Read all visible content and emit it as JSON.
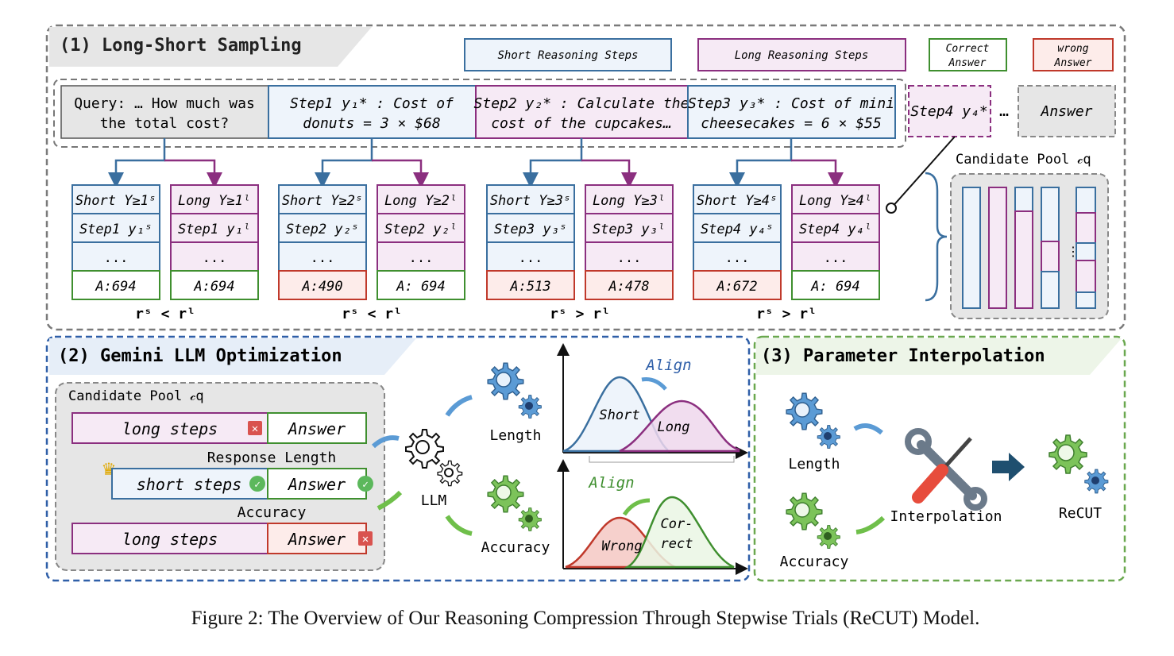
{
  "section1": {
    "title": "(1) Long-Short Sampling",
    "legend": {
      "short": "Short Reasoning Steps",
      "long": "Long Reasoning Steps",
      "correct": [
        "Correct",
        "Answer"
      ],
      "wrong": [
        "wrong",
        "Answer"
      ]
    },
    "query": [
      "Query: … How much was",
      "the total cost?"
    ],
    "steps": [
      [
        "Step1 y₁* : Cost of",
        "donuts = 3 × $68"
      ],
      [
        "Step2 y₂* : Calculate the",
        "cost of the cupcakes…"
      ],
      [
        "Step3 y₃* : Cost of mini",
        "cheesecakes = 6 × $55"
      ]
    ],
    "step4": "Step4 y₄*",
    "ellipsis": "…",
    "answer": "Answer",
    "pool_title": "Candidate Pool 𝒸q",
    "groups": [
      {
        "short_head": "Short Y≥1ˢ",
        "short_step": "Step1 y₁ˢ",
        "short_dots": "...",
        "short_ans": "A:694",
        "short_ok": true,
        "long_head": "Long Y≥1ˡ",
        "long_step": "Step1 y₁ˡ",
        "long_dots": "...",
        "long_ans": "A:694",
        "long_ok": true,
        "compare": "rˢ < rˡ"
      },
      {
        "short_head": "Short Y≥2ˢ",
        "short_step": "Step2 y₂ˢ",
        "short_dots": "...",
        "short_ans": "A:490",
        "short_ok": false,
        "long_head": "Long Y≥2ˡ",
        "long_step": "Step2 y₂ˡ",
        "long_dots": "...",
        "long_ans": "A: 694",
        "long_ok": true,
        "compare": "rˢ < rˡ"
      },
      {
        "short_head": "Short Y≥3ˢ",
        "short_step": "Step3 y₃ˢ",
        "short_dots": "...",
        "short_ans": "A:513",
        "short_ok": false,
        "long_head": "Long Y≥3ˡ",
        "long_step": "Step3 y₃ˡ",
        "long_dots": "...",
        "long_ans": "A:478",
        "long_ok": false,
        "compare": "rˢ > rˡ"
      },
      {
        "short_head": "Short Y≥4ˢ",
        "short_step": "Step4 y₄ˢ",
        "short_dots": "...",
        "short_ans": "A:672",
        "short_ok": false,
        "long_head": "Long Y≥4ˡ",
        "long_step": "Step4 y₄ˡ",
        "long_dots": "...",
        "long_ans": "A: 694",
        "long_ok": true,
        "compare": "rˢ > rˡ"
      }
    ]
  },
  "section2": {
    "title": "(2) Gemini LLM Optimization",
    "pool_title": "Candidate Pool 𝒸q",
    "rows": [
      {
        "steps": "long steps",
        "answer": "Answer"
      },
      {
        "steps": "short steps",
        "answer": "Answer"
      },
      {
        "steps": "long steps",
        "answer": "Answer"
      }
    ],
    "response_length": "Response Length",
    "accuracy_label": "Accuracy",
    "llm": "LLM",
    "length": "Length",
    "accuracy": "Accuracy",
    "align_top": "Align",
    "align_bottom": "Align",
    "curve_short": "Short",
    "curve_long": "Long",
    "curve_wrong": "Wrong",
    "curve_correct": [
      "Cor-",
      "rect"
    ]
  },
  "section3": {
    "title": "(3) Parameter Interpolation",
    "length": "Length",
    "accuracy": "Accuracy",
    "interpolation": "Interpolation",
    "recut": "ReCUT"
  },
  "caption": "Figure 2: The Overview of Our Reasoning Compression Through Stepwise Trials (ReCUT) Model.",
  "colors": {
    "blue": "#3a6f9f",
    "purple": "#8b2f7f",
    "green": "#3f8f2f",
    "red": "#c0392b",
    "short_fill": "#eef4fb",
    "long_fill": "#f6eaf5",
    "gray_panel": "#e6e6e6"
  }
}
